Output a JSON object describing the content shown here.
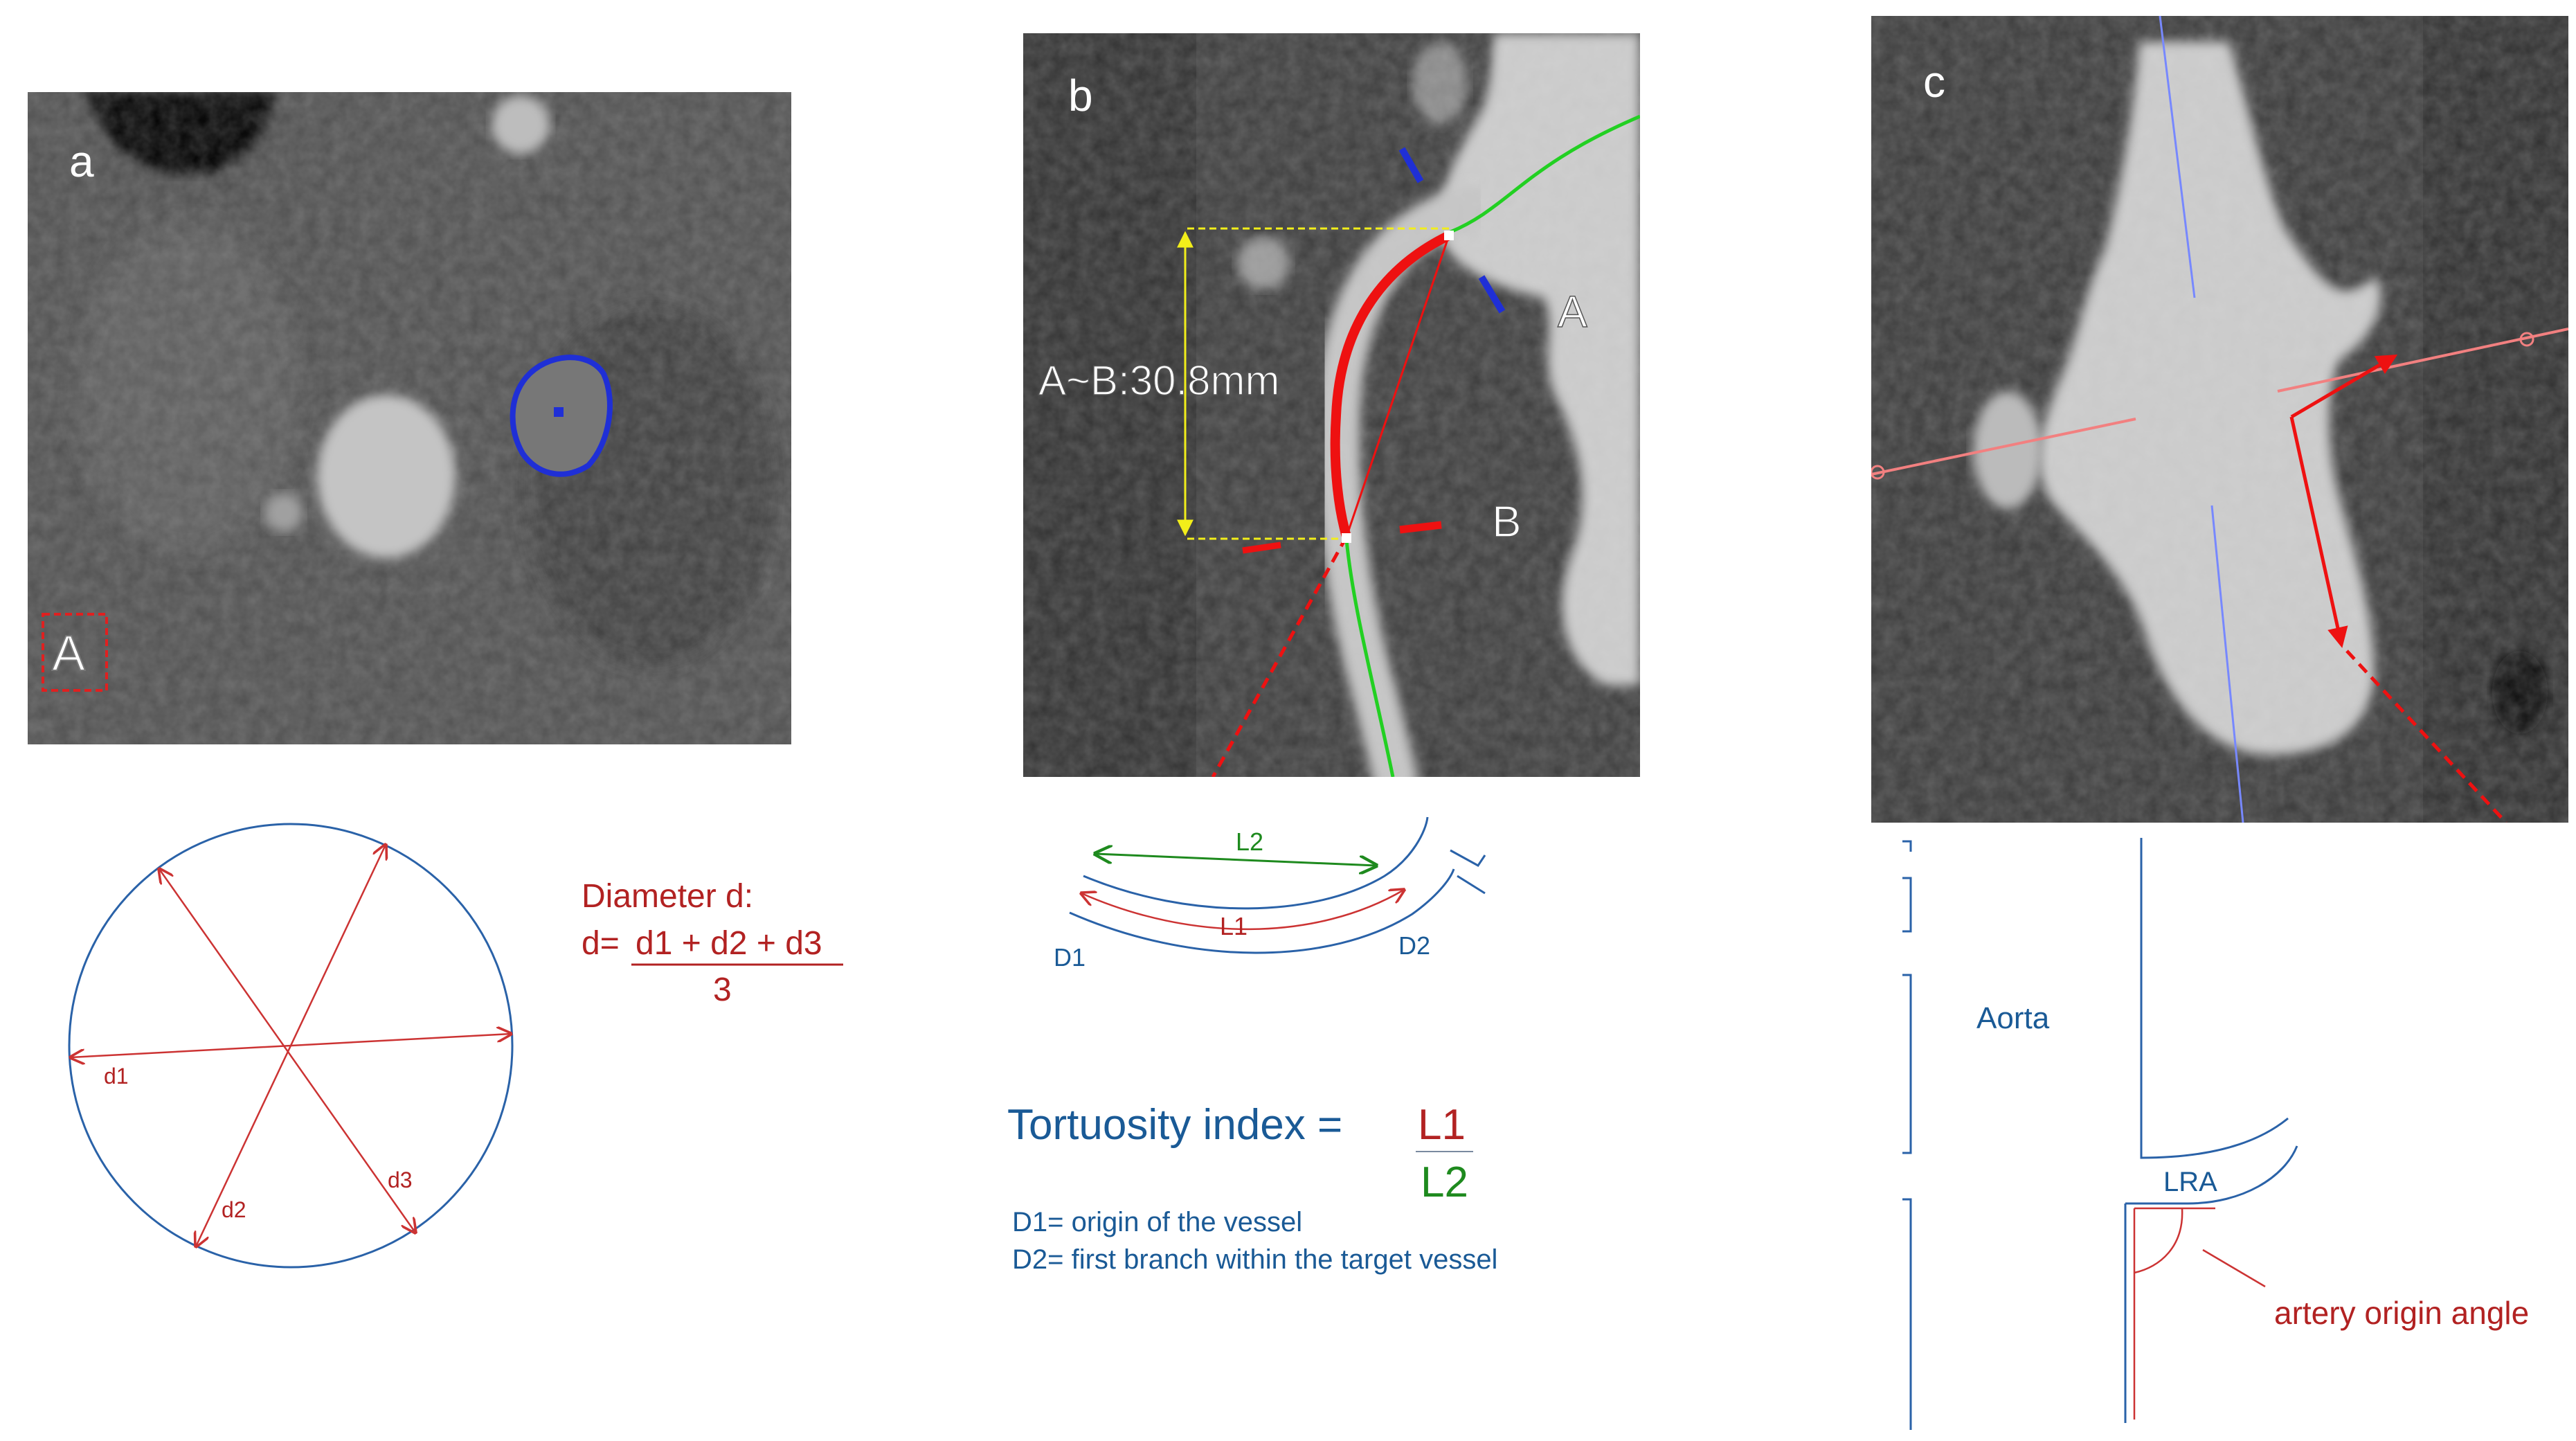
{
  "panel_a": {
    "letter": "a",
    "marker": "A",
    "diagram": {
      "d1": "d1",
      "d2": "d2",
      "d3": "d3",
      "formula_title": "Diameter d:",
      "formula_lhs": "d=",
      "formula_numerator": "d1 + d2 + d3",
      "formula_denominator": "3"
    }
  },
  "panel_b": {
    "letter": "b",
    "measurement": "A~B:30.8mm",
    "point_a": "A",
    "point_b": "B",
    "diagram": {
      "l1": "L1",
      "l2": "L2",
      "d1": "D1",
      "d2": "D2"
    },
    "index_label": "Tortuosity index =",
    "index_numerator": "L1",
    "index_denominator": "L2",
    "note_d1": "D1= origin of the vessel",
    "note_d2": "D2= first branch within the target vessel"
  },
  "panel_c": {
    "letter": "c",
    "aorta": "Aorta",
    "lra": "LRA",
    "angle": "artery origin angle"
  },
  "colors": {
    "red_text": "#b22222",
    "blue_text": "#1a5a96",
    "green_text": "#1e8a1e",
    "outline_blue": "#2a62a8",
    "contour_blue": "#1f2fd6",
    "centerline_green": "#22d022",
    "vessel_red": "#ee1111",
    "measure_yellow": "#f2ee1a"
  }
}
